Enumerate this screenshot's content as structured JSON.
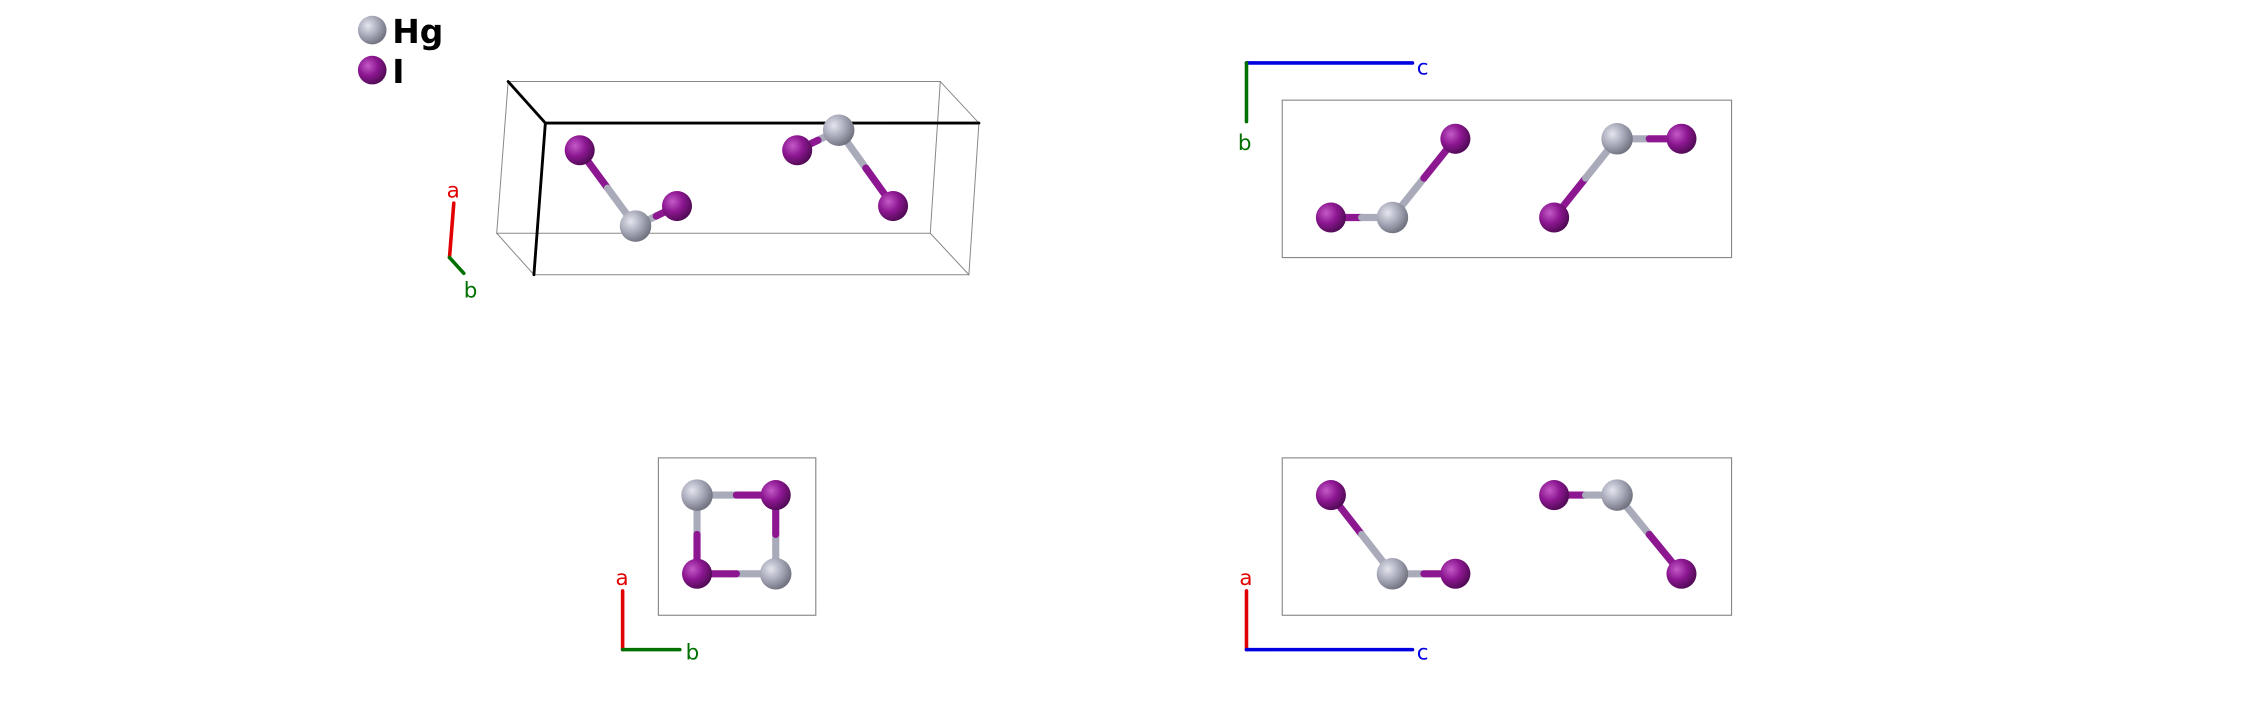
{
  "legend": [
    {
      "label": "Hg",
      "color": "#a9abbb"
    },
    {
      "label": "I",
      "color": "#8c1791"
    }
  ],
  "axes": {
    "a": {
      "label": "a",
      "color": "#e00000"
    },
    "b": {
      "label": "b",
      "color": "#007000"
    },
    "c": {
      "label": "c",
      "color": "#0000e0"
    }
  },
  "colors": {
    "Hg": "#a9abbb",
    "I": "#8c1791",
    "cell": "#888888",
    "cell_origin": "#000000"
  }
}
